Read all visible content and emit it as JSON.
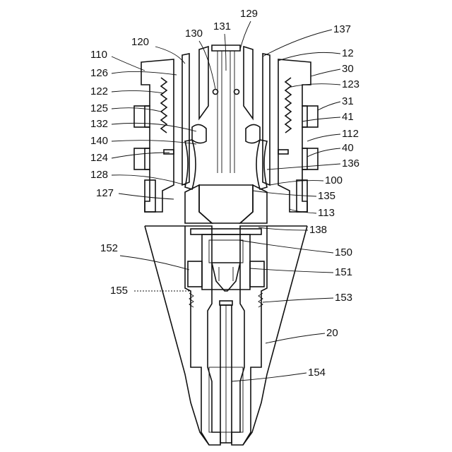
{
  "figure": {
    "labels": [
      {
        "id": "129",
        "text": "129"
      },
      {
        "id": "137",
        "text": "137"
      },
      {
        "id": "131",
        "text": "131"
      },
      {
        "id": "130",
        "text": "130"
      },
      {
        "id": "120",
        "text": "120"
      },
      {
        "id": "12",
        "text": "12"
      },
      {
        "id": "110",
        "text": "110"
      },
      {
        "id": "30",
        "text": "30"
      },
      {
        "id": "126",
        "text": "126"
      },
      {
        "id": "123",
        "text": "123"
      },
      {
        "id": "122",
        "text": "122"
      },
      {
        "id": "31",
        "text": "31"
      },
      {
        "id": "125",
        "text": "125"
      },
      {
        "id": "41",
        "text": "41"
      },
      {
        "id": "132",
        "text": "132"
      },
      {
        "id": "112",
        "text": "112"
      },
      {
        "id": "140",
        "text": "140"
      },
      {
        "id": "40",
        "text": "40"
      },
      {
        "id": "124",
        "text": "124"
      },
      {
        "id": "136",
        "text": "136"
      },
      {
        "id": "128",
        "text": "128"
      },
      {
        "id": "100",
        "text": "100"
      },
      {
        "id": "127",
        "text": "127"
      },
      {
        "id": "135",
        "text": "135"
      },
      {
        "id": "113",
        "text": "113"
      },
      {
        "id": "138",
        "text": "138"
      },
      {
        "id": "152",
        "text": "152"
      },
      {
        "id": "150",
        "text": "150"
      },
      {
        "id": "151",
        "text": "151"
      },
      {
        "id": "155",
        "text": "155"
      },
      {
        "id": "153",
        "text": "153"
      },
      {
        "id": "20",
        "text": "20"
      },
      {
        "id": "154",
        "text": "154"
      }
    ]
  }
}
